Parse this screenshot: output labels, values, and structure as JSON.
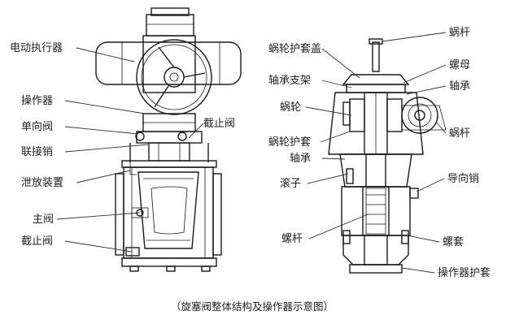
{
  "left_labels": {
    "actuator": "电动执行器",
    "operator": "操作器",
    "check_valve": "单向阀",
    "globe_valve_upper": "截止阀",
    "connecting_pin": "联接销",
    "relief_device": "泄放装置",
    "main_valve": "主阀",
    "globe_valve_lower": "截止阀"
  },
  "right_labels": {
    "worm_gear_cover": "蜗轮护套盖",
    "worm_top": "蜗杆",
    "nut": "螺母",
    "bearing_bracket": "轴承支架",
    "bearing_right": "轴承",
    "worm_gear": "蜗轮",
    "worm_right": "蜗杆",
    "worm_gear_sleeve": "蜗轮护套",
    "bearing_left": "轴承",
    "roller": "滚子",
    "guide_pin": "导向销",
    "screw": "螺杆",
    "screw_sleeve": "螺套",
    "operator_sleeve": "操作器护套"
  },
  "caption": "（旋塞阀整体结构及操作器示意图）"
}
